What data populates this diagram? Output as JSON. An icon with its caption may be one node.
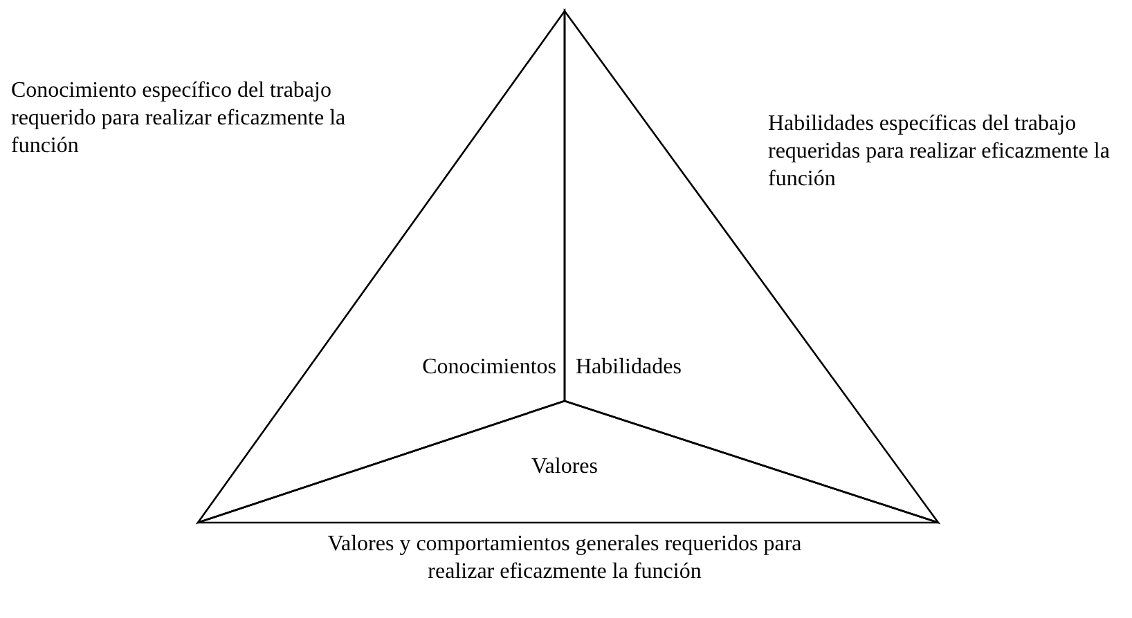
{
  "diagram": {
    "nodes": [
      {
        "text": [
          "Conocimientos"
        ],
        "beside": [
          "Conocimiento específico del trabajo requerido para realizar eficazmente la función"
        ]
      },
      {
        "text": [
          "Habilidades"
        ],
        "beside": [
          "Habilidades específicas del trabajo requeridas para realizar eficazmente la función"
        ]
      },
      {
        "text": [
          "Valores"
        ],
        "beside": [
          "Valores y comportamientos generales requeridos para realizar eficazmente la función"
        ]
      }
    ]
  }
}
